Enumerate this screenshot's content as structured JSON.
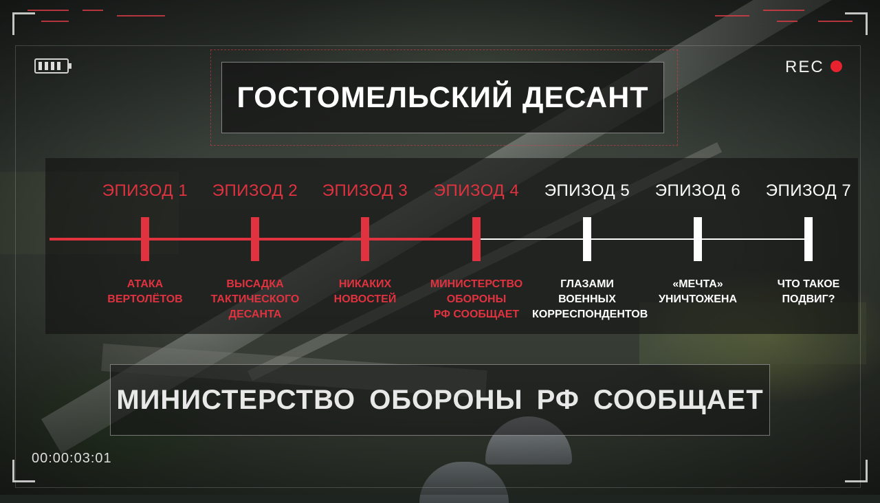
{
  "title": "ГОСТОМЕЛЬСКИЙ ДЕСАНТ",
  "caption": "МИНИСТЕРСТВО  ОБОРОНЫ  РФ СООБЩАЕТ",
  "hud": {
    "rec_label": "REC",
    "timecode": "00:00:03:01",
    "battery_bars": 4
  },
  "colors": {
    "accent_red": "#e0323f",
    "rec_dot": "#e8232f",
    "text_white": "#ffffff"
  },
  "episodes": [
    {
      "label": "ЭПИЗОД 1",
      "desc": [
        "АТАКА",
        "ВЕРТОЛЁТОВ"
      ],
      "done": true
    },
    {
      "label": "ЭПИЗОД 2",
      "desc": [
        "ВЫСАДКА",
        "ТАКТИЧЕСКОГО",
        "ДЕСАНТА"
      ],
      "done": true
    },
    {
      "label": "ЭПИЗОД 3",
      "desc": [
        "НИКАКИХ",
        "НОВОСТЕЙ"
      ],
      "done": true
    },
    {
      "label": "ЭПИЗОД 4",
      "desc": [
        "МИНИСТЕРСТВО",
        "ОБОРОНЫ",
        "РФ СООБЩАЕТ"
      ],
      "done": true
    },
    {
      "label": "ЭПИЗОД 5",
      "desc": [
        "ГЛАЗАМИ",
        "ВОЕННЫХ",
        "КОРРЕСПОНДЕНТОВ"
      ],
      "done": false
    },
    {
      "label": "ЭПИЗОД 6",
      "desc": [
        "«МЕЧТА»",
        "УНИЧТОЖЕНА"
      ],
      "done": false
    },
    {
      "label": "ЭПИЗОД 7",
      "desc": [
        "ЧТО ТАКОЕ",
        "ПОДВИГ?"
      ],
      "done": false
    }
  ]
}
